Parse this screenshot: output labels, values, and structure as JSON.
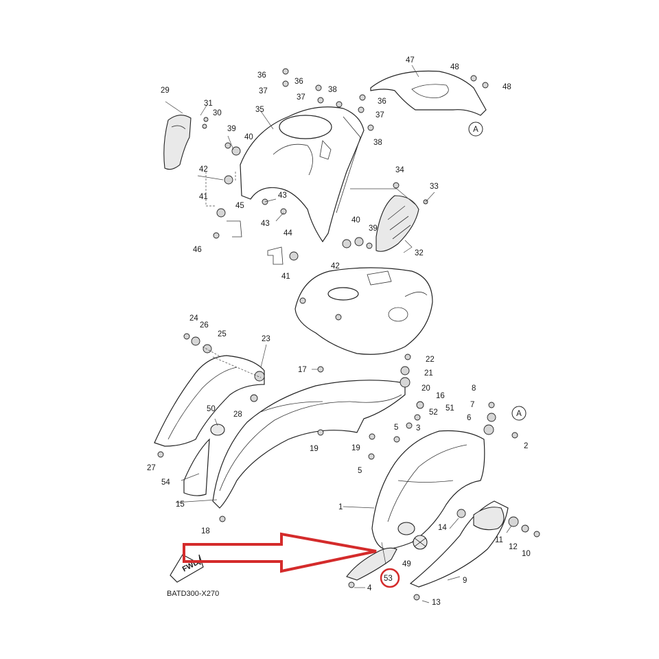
{
  "diagram": {
    "code": "BATD300-X270",
    "fwd_label": "FWD",
    "ref_marker": "A",
    "highlight_color": "#d42b2b",
    "highlighted_part": "53",
    "callouts": [
      "1",
      "2",
      "3",
      "4",
      "5",
      "6",
      "7",
      "8",
      "9",
      "10",
      "11",
      "12",
      "13",
      "14",
      "15",
      "16",
      "17",
      "18",
      "19",
      "20",
      "21",
      "22",
      "23",
      "24",
      "25",
      "26",
      "27",
      "28",
      "29",
      "30",
      "31",
      "32",
      "33",
      "34",
      "35",
      "36",
      "37",
      "38",
      "39",
      "40",
      "41",
      "42",
      "43",
      "44",
      "45",
      "46",
      "47",
      "48",
      "49",
      "50",
      "51",
      "52",
      "53",
      "54"
    ]
  }
}
